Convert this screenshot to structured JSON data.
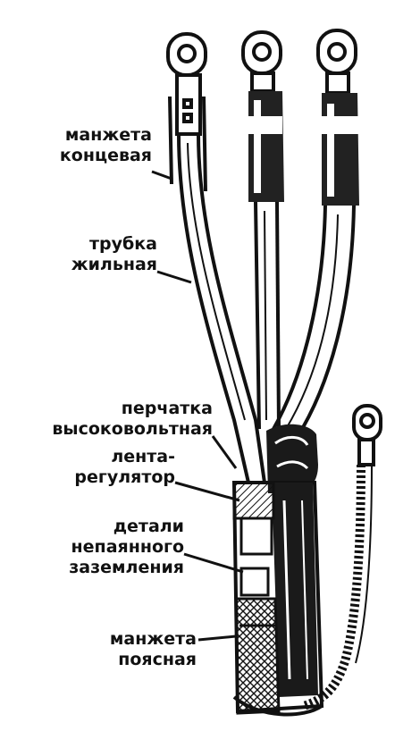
{
  "labels": [
    {
      "key": "end_cuff",
      "lines": [
        "манжета",
        "концевая"
      ]
    },
    {
      "key": "core_tube",
      "lines": [
        "трубка",
        "жильная"
      ]
    },
    {
      "key": "hv_glove",
      "lines": [
        "перчатка",
        "высоковольтная"
      ]
    },
    {
      "key": "regulator_tape",
      "lines": [
        "лента-",
        "регулятор"
      ]
    },
    {
      "key": "grounding_parts",
      "lines": [
        "детали",
        "непаянного",
        "заземления"
      ]
    },
    {
      "key": "belt_cuff",
      "lines": [
        "манжета",
        "поясная"
      ]
    }
  ],
  "colors": {
    "ink": "#111111",
    "background": "#ffffff"
  }
}
